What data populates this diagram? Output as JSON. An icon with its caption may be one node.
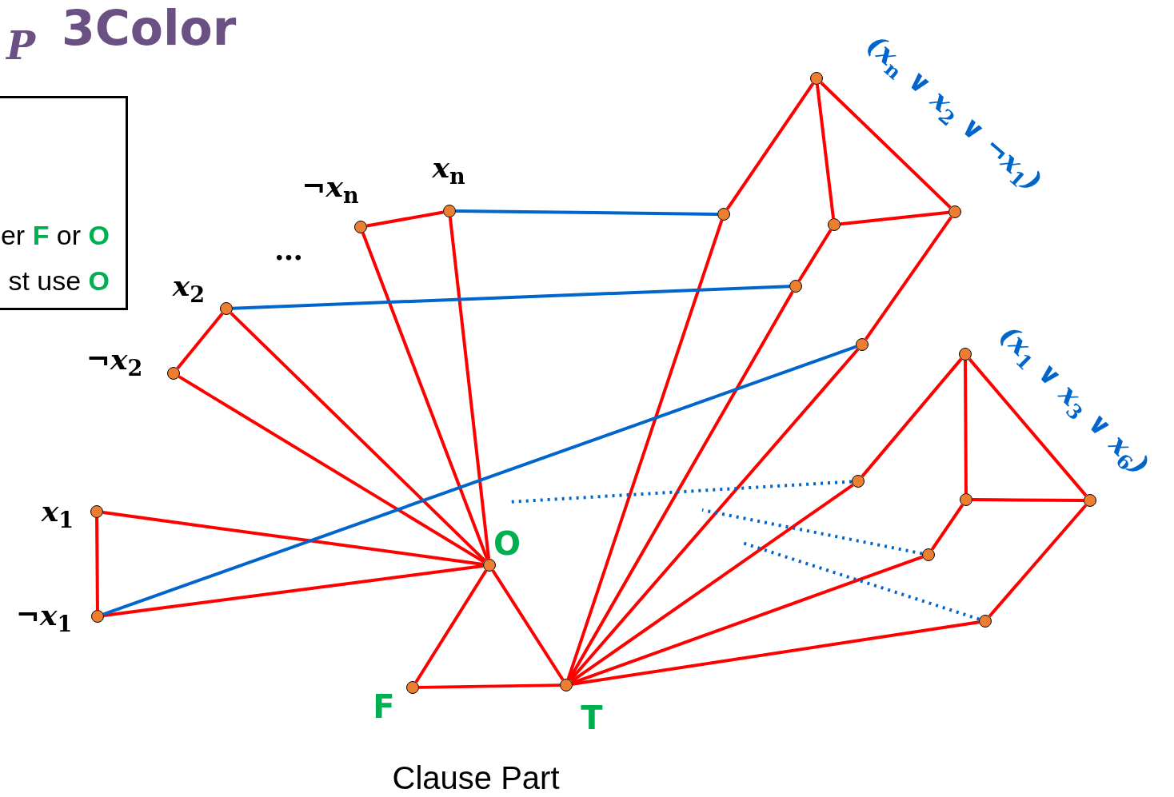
{
  "diagram": {
    "title": "$_{P}$ 3Color",
    "nodes": [
      {
        "text": [],
        "shape": "circle",
        "beside": [
          "O"
        ]
      },
      {
        "text": [],
        "shape": "circle",
        "beside": [
          "F"
        ]
      },
      {
        "text": [],
        "shape": "circle",
        "beside": [
          "T"
        ]
      },
      {
        "text": [],
        "shape": "circle",
        "beside": [
          "x$_{1}$"
        ]
      },
      {
        "text": [],
        "shape": "circle",
        "beside": [
          "¬x$_{1}$"
        ]
      },
      {
        "text": [],
        "shape": "circle",
        "beside": [
          "¬x$_{2}$"
        ]
      },
      {
        "text": [],
        "shape": "circle",
        "beside": [
          "x$_{2}$"
        ]
      },
      {
        "text": [],
        "shape": "circle",
        "beside": [
          "¬x$_{n}$"
        ]
      },
      {
        "text": [],
        "shape": "circle",
        "beside": [
          "x$_{n}$"
        ]
      },
      {
        "text": [],
        "shape": "circle"
      },
      {
        "text": [],
        "shape": "circle"
      },
      {
        "text": [],
        "shape": "circle"
      },
      {
        "text": [],
        "shape": "circle"
      },
      {
        "text": [],
        "shape": "circle"
      },
      {
        "text": [],
        "shape": "circle"
      },
      {
        "text": [],
        "shape": "circle"
      },
      {
        "text": [],
        "shape": "circle"
      },
      {
        "text": [],
        "shape": "circle"
      },
      {
        "text": [],
        "shape": "circle"
      },
      {
        "text": [],
        "shape": "circle"
      },
      {
        "text": [],
        "shape": "circle"
      },
      {
        "text": [
          "er **F** or **O**",
          "st use **O**"
        ]
      }
    ],
    "edges": [
      {
        "from": 0,
        "to": 1,
        "arrow": "none"
      },
      {
        "from": 0,
        "to": 2,
        "arrow": "none"
      },
      {
        "from": 1,
        "to": 2,
        "arrow": "none"
      },
      {
        "from": 0,
        "to": 3,
        "arrow": "none"
      },
      {
        "from": 0,
        "to": 4,
        "arrow": "none"
      },
      {
        "from": 3,
        "to": 4,
        "arrow": "none"
      },
      {
        "from": 0,
        "to": 5,
        "arrow": "none"
      },
      {
        "from": 0,
        "to": 6,
        "arrow": "none"
      },
      {
        "from": 5,
        "to": 6,
        "arrow": "none"
      },
      {
        "from": 0,
        "to": 7,
        "arrow": "none"
      },
      {
        "from": 0,
        "to": 8,
        "arrow": "none"
      },
      {
        "from": 7,
        "to": 8,
        "arrow": "none"
      },
      {
        "from": 9,
        "to": 10,
        "arrow": "none"
      },
      {
        "from": 9,
        "to": 11,
        "arrow": "none"
      },
      {
        "from": 9,
        "to": 12,
        "arrow": "none"
      },
      {
        "from": 11,
        "to": 12,
        "arrow": "none"
      },
      {
        "from": 11,
        "to": 13,
        "arrow": "none"
      },
      {
        "from": 12,
        "to": 14,
        "arrow": "none"
      },
      {
        "from": 2,
        "to": 10,
        "arrow": "none"
      },
      {
        "from": 2,
        "to": 13,
        "arrow": "none"
      },
      {
        "from": 2,
        "to": 14,
        "arrow": "none"
      },
      {
        "from": 15,
        "to": 16,
        "arrow": "none"
      },
      {
        "from": 15,
        "to": 17,
        "arrow": "none"
      },
      {
        "from": 15,
        "to": 18,
        "arrow": "none"
      },
      {
        "from": 17,
        "to": 18,
        "arrow": "none"
      },
      {
        "from": 17,
        "to": 19,
        "arrow": "none"
      },
      {
        "from": 18,
        "to": 20,
        "arrow": "none"
      },
      {
        "from": 2,
        "to": 16,
        "arrow": "none"
      },
      {
        "from": 2,
        "to": 19,
        "arrow": "none"
      },
      {
        "from": 2,
        "to": 20,
        "arrow": "none"
      },
      {
        "from": 8,
        "to": 10,
        "arrow": "none",
        "color": "#0066cc"
      },
      {
        "from": 6,
        "to": 13,
        "arrow": "none",
        "color": "#0066cc"
      },
      {
        "from": 4,
        "to": 14,
        "arrow": "none",
        "color": "#0066cc"
      },
      {
        "from": 16,
        "to": null,
        "arrow": "none",
        "style": "dashed",
        "color": "#0066cc"
      },
      {
        "from": 19,
        "to": null,
        "arrow": "none",
        "style": "dashed",
        "color": "#0066cc"
      },
      {
        "from": 20,
        "to": null,
        "arrow": "none",
        "style": "dashed",
        "color": "#0066cc"
      }
    ],
    "labels": [
      "…",
      "(x$_{n}$ ∨ x$_{2}$ ∨ ¬x$_{1}$)",
      "(x$_{1}$ ∨ x$_{3}$ ∨ x$_{6}$)",
      "Clause Part"
    ]
  }
}
